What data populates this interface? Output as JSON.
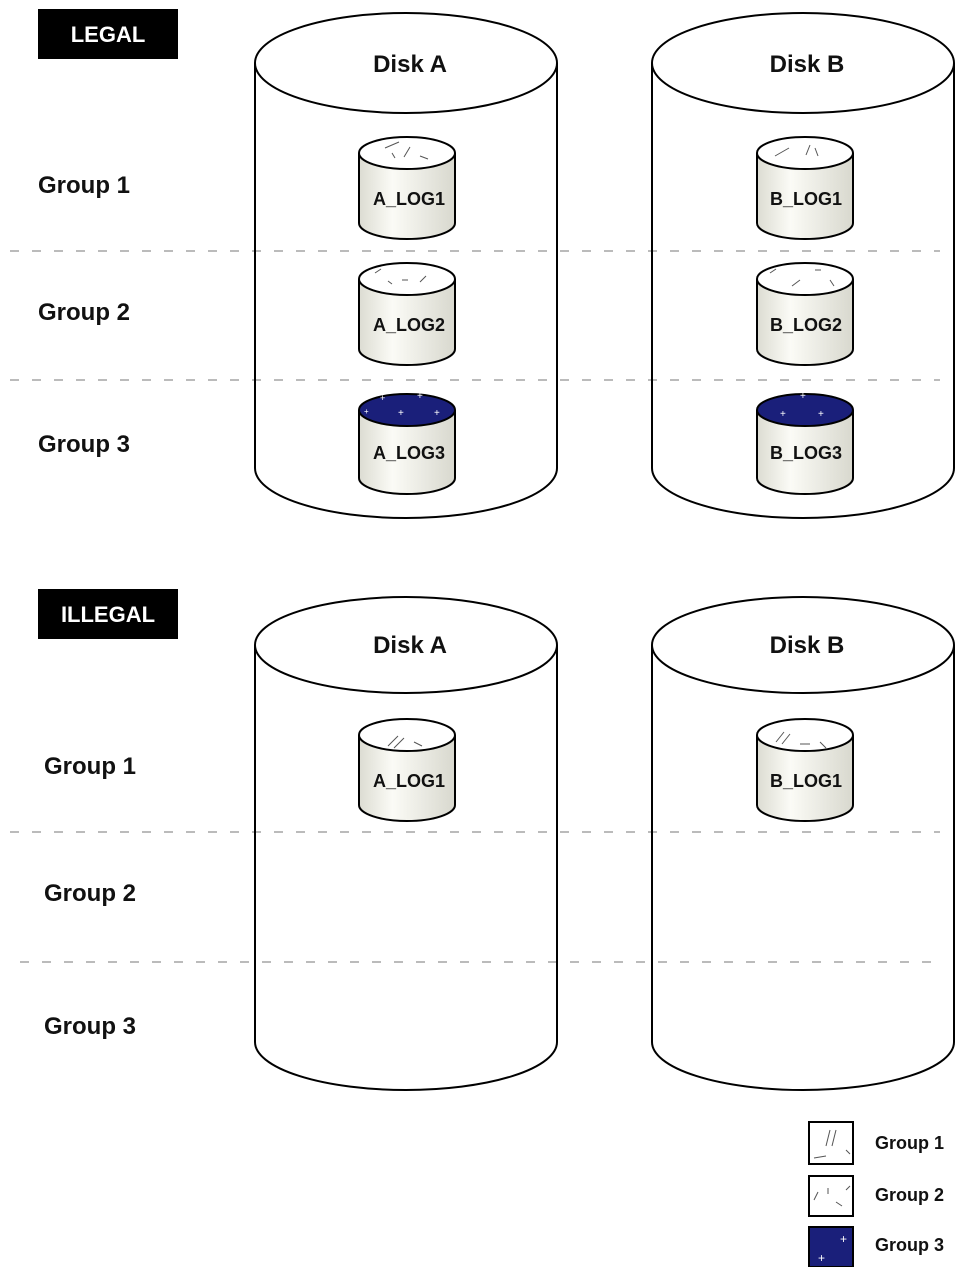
{
  "panels": {
    "legal": {
      "title": "LEGAL",
      "disk_a": "Disk A",
      "disk_b": "Disk B",
      "groups": [
        "Group 1",
        "Group 2",
        "Group 3"
      ],
      "a_logs": [
        "A_LOG1",
        "A_LOG2",
        "A_LOG3"
      ],
      "b_logs": [
        "B_LOG1",
        "B_LOG2",
        "B_LOG3"
      ]
    },
    "illegal": {
      "title": "ILLEGAL",
      "disk_a": "Disk A",
      "disk_b": "Disk B",
      "groups": [
        "Group 1",
        "Group 2",
        "Group 3"
      ],
      "a_logs": [
        "A_LOG1"
      ],
      "b_logs": [
        "B_LOG1"
      ]
    }
  },
  "legend": {
    "items": [
      "Group 1",
      "Group 2",
      "Group 3"
    ]
  },
  "colors": {
    "group3_fill": "#1a1f7a",
    "log_body": "#f4f4ec",
    "tag_bg": "#000000",
    "separator": "#bbbbbb"
  }
}
